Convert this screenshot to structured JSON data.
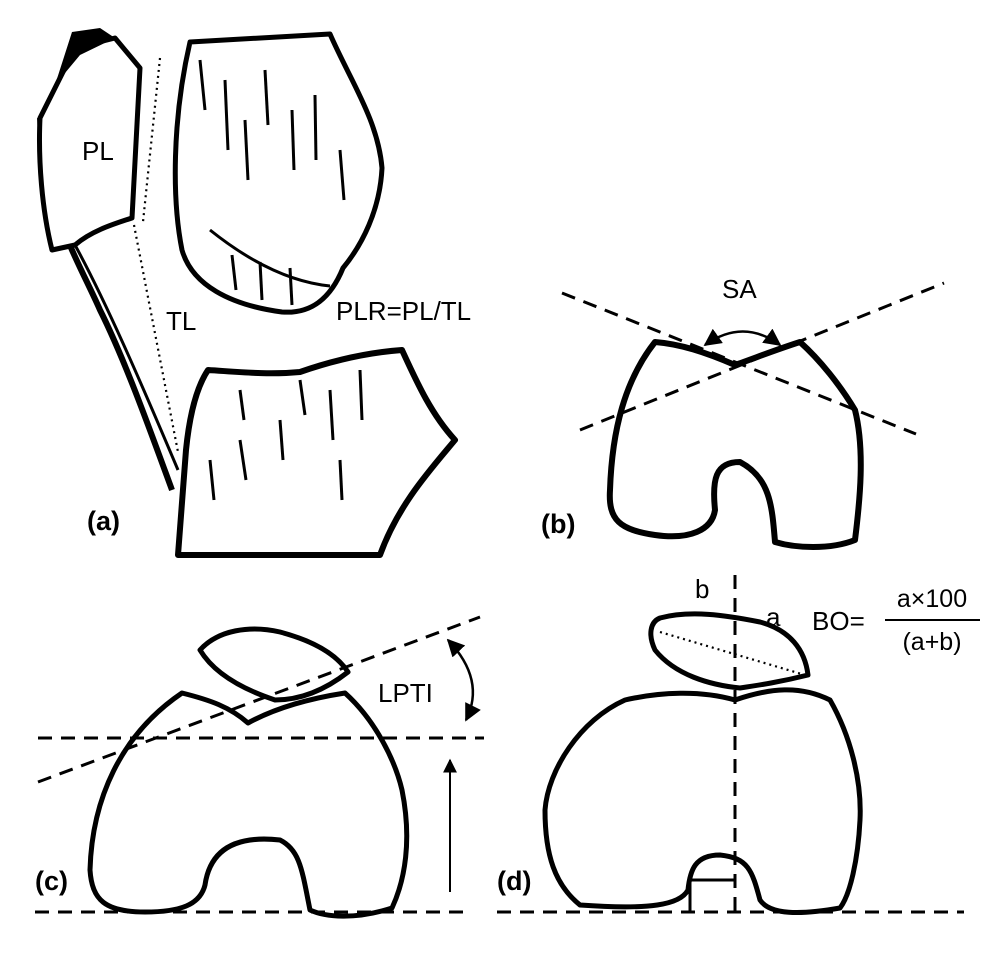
{
  "panels": {
    "a": {
      "label": "(a)",
      "patella_length_label": "PL",
      "tendon_length_label": "TL",
      "formula": "PLR=PL/TL"
    },
    "b": {
      "label": "(b)",
      "angle_label": "SA"
    },
    "c": {
      "label": "(c)",
      "angle_label": "LPTI"
    },
    "d": {
      "label": "(d)",
      "segment_b_label": "b",
      "segment_a_label": "a",
      "formula_lhs": "BO=",
      "formula_numerator": "a×100",
      "formula_denominator": "(a+b)"
    }
  }
}
